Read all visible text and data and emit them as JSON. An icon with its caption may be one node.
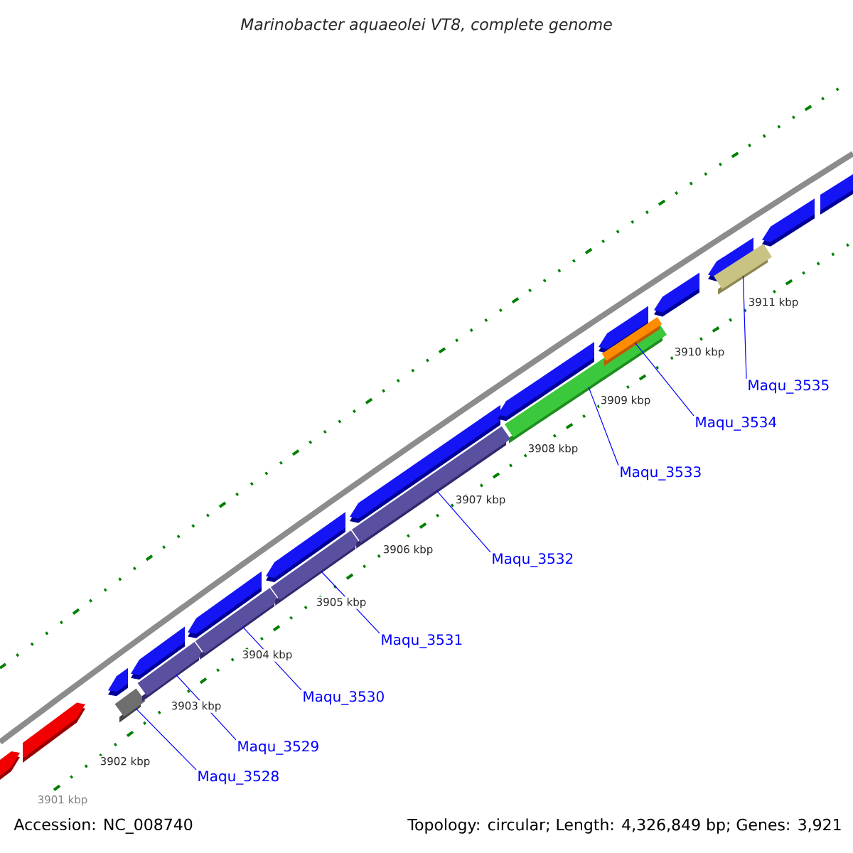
{
  "diagram": {
    "title": "Marinobacter aquaeolei VT8, complete genome",
    "nodes": [
      {
        "text": [
          "Maqu_3528"
        ]
      },
      {
        "text": [
          "Maqu_3529"
        ]
      },
      {
        "text": [
          "Maqu_3530"
        ]
      },
      {
        "text": [
          "Maqu_3531"
        ]
      },
      {
        "text": [
          "Maqu_3532"
        ]
      },
      {
        "text": [
          "Maqu_3533"
        ]
      },
      {
        "text": [
          "Maqu_3534"
        ]
      },
      {
        "text": [
          "Maqu_3535"
        ]
      },
      {
        "text": [],
        "shape": "bar"
      },
      {
        "text": [],
        "shape": "bar"
      },
      {
        "text": [],
        "shape": "bar"
      },
      {
        "text": [],
        "shape": "bar"
      },
      {
        "text": [],
        "shape": "bar"
      },
      {
        "text": [],
        "shape": "bar"
      },
      {
        "text": [],
        "shape": "bar"
      },
      {
        "text": [],
        "shape": "bar"
      }
    ],
    "edges": [
      {
        "from": 0,
        "to": 8,
        "arrow": "none"
      },
      {
        "from": 1,
        "to": 9,
        "arrow": "none"
      },
      {
        "from": 2,
        "to": 10,
        "arrow": "none"
      },
      {
        "from": 3,
        "to": 11,
        "arrow": "none"
      },
      {
        "from": 4,
        "to": 12,
        "arrow": "none"
      },
      {
        "from": 5,
        "to": 13,
        "arrow": "none"
      },
      {
        "from": 6,
        "to": 14,
        "arrow": "none"
      },
      {
        "from": 7,
        "to": 15,
        "arrow": "none"
      }
    ],
    "labels": [
      "3911 kbp",
      "3910 kbp",
      "3909 kbp",
      "3908 kbp",
      "3907 kbp",
      "3906 kbp",
      "3905 kbp",
      "3904 kbp",
      "3903 kbp",
      "3902 kbp",
      "3901 kbp",
      "Accession: NC_008740",
      "Topology: circular; Length: 4,326,849 bp; Genes: 3,921"
    ]
  }
}
